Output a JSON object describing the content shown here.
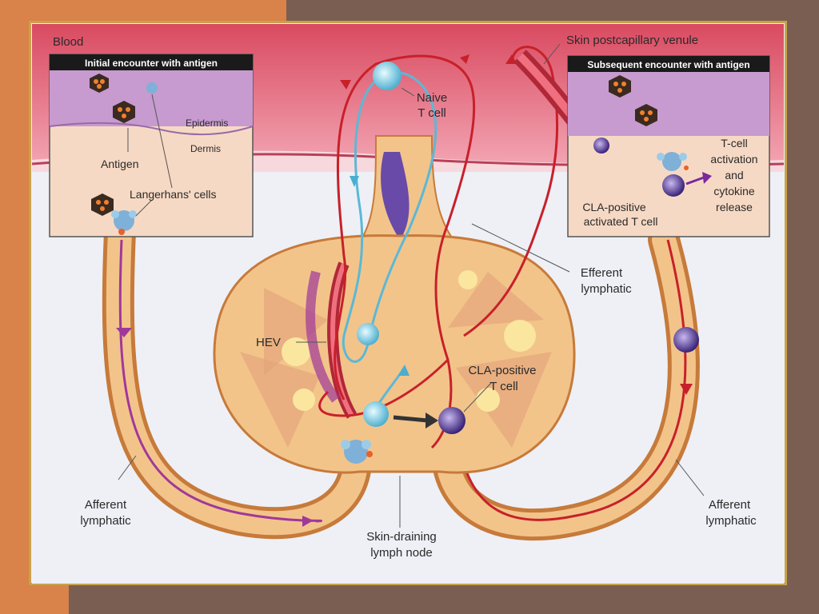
{
  "labels": {
    "blood": "Blood",
    "initial_encounter": "Initial encounter with antigen",
    "subsequent_encounter": "Subsequent encounter with antigen",
    "skin_postcapillary_venule": "Skin postcapillary venule",
    "epidermis": "Epidermis",
    "dermis": "Dermis",
    "antigen": "Antigen",
    "langerhans_cells": "Langerhans' cells",
    "naive_t_cell_1": "Naive",
    "naive_t_cell_2": "T cell",
    "t_cell_activation_1": "T-cell",
    "t_cell_activation_2": "activation",
    "t_cell_activation_3": "and",
    "t_cell_activation_4": "cytokine",
    "t_cell_activation_5": "release",
    "cla_activated_1": "CLA-positive",
    "cla_activated_2": "activated T cell",
    "efferent_lymphatic_1": "Efferent",
    "efferent_lymphatic_2": "lymphatic",
    "hev": "HEV",
    "cla_t_cell_1": "CLA-positive",
    "cla_t_cell_2": "T cell",
    "afferent_left_1": "Afferent",
    "afferent_left_2": "lymphatic",
    "afferent_right_1": "Afferent",
    "afferent_right_2": "lymphatic",
    "lymph_node_1": "Skin-draining",
    "lymph_node_2": "lymph node"
  },
  "colors": {
    "blood": "#d9546a",
    "lymphatic": "#e8a55a",
    "node": "#f2c48a",
    "artery_red": "#c8202a",
    "naive_blue": "#5cb8d6",
    "cla_purple": "#5a3c9a",
    "title_bar": "#1a1a1a"
  }
}
